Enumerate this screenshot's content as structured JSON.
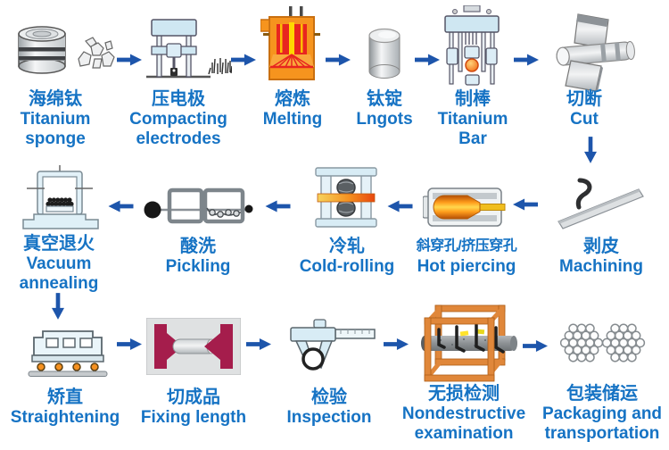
{
  "diagram": "titanium-pipe-production-process-flow",
  "colors": {
    "label_text_blue": "#1673c4",
    "arrow_blue": "#1d55ab",
    "furnace_orange": "#f6941e",
    "flame_red": "#e8251f",
    "flame_yellow": "#ffd800",
    "cutter_crimson": "#a51d4c",
    "cage_orange": "#e0873a"
  },
  "steps": [
    {
      "zh": "海绵钛",
      "en": "Titanium sponge"
    },
    {
      "zh": "压电极",
      "en": "Compacting electrodes"
    },
    {
      "zh": "熔炼",
      "en": "Melting"
    },
    {
      "zh": "钛锭",
      "en": "Lngots"
    },
    {
      "zh": "制棒",
      "en": "Titanium Bar"
    },
    {
      "zh": "切断",
      "en": "Cut"
    },
    {
      "zh": "剥皮",
      "en": "Machining"
    },
    {
      "zh": "斜穿孔/挤压穿孔",
      "en": "Hot piercing"
    },
    {
      "zh": "冷轧",
      "en": "Cold-rolling"
    },
    {
      "zh": "酸洗",
      "en": "Pickling"
    },
    {
      "zh": "真空退火",
      "en": "Vacuum annealing"
    },
    {
      "zh": "矫直",
      "en": "Straightening"
    },
    {
      "zh": "切成品",
      "en": "Fixing length"
    },
    {
      "zh": "检验",
      "en": "Inspection"
    },
    {
      "zh": "无损检测",
      "en": "Nondestructive examination"
    },
    {
      "zh": "包装储运",
      "en": "Packaging and transportation"
    }
  ]
}
